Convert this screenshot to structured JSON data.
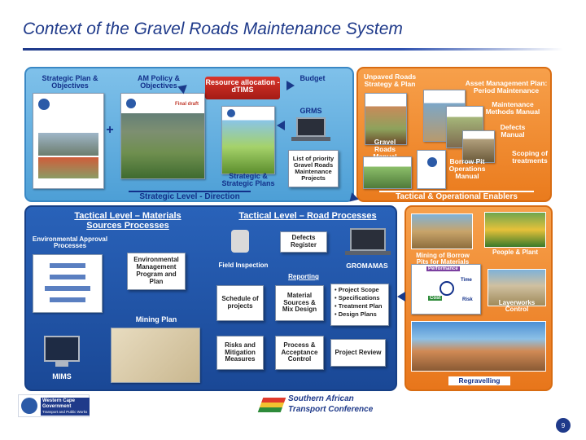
{
  "title": "Context of the Gravel Roads Maintenance System",
  "strategic": {
    "plan_objectives": "Strategic Plan & Objectives",
    "am_policy": "AM Policy & Objectives",
    "resource_allocation": "Resource allocation - dTIMS",
    "budget": "Budget",
    "grms": "GRMS",
    "list_priority": "List of priority Gravel Roads Maintenance Projects",
    "strategic_plans": "Strategic & Strategic Plans",
    "final_draft": "Final draft",
    "level_label": "Strategic Level - Direction",
    "plus": "+"
  },
  "tactical_top": {
    "unpaved": "Unpaved Roads Strategy & Plan",
    "asset_plan": "Asset Management Plan: Period Maintenance",
    "methods_manual": "Maintenance Methods Manual",
    "defects_manual": "Defects Manual",
    "gravel_manual": "Gravel Roads Manual",
    "borrow_pit": "Borrow Pit Operations Manual",
    "scoping": "Scoping of treatments",
    "level_label": "Tactical & Operational Enablers"
  },
  "materials": {
    "level_label": "Tactical Level – Materials Sources Processes",
    "env_approval": "Environmental Approval Processes",
    "env_mgmt": "Environmental Management Program and Plan",
    "mining_plan": "Mining Plan",
    "mims": "MIMS"
  },
  "road_processes": {
    "level_label": "Tactical Level – Road Processes",
    "defects_register": "Defects Register",
    "field_inspection": "Field Inspection",
    "gromamas": "GROMAMAS",
    "reporting": "Reporting",
    "schedule": "Schedule of projects",
    "material_sources": "Material Sources & Mix Design",
    "bullets": [
      "• Project Scope",
      "• Specifications",
      "• Treatment Plan",
      "• Design Plans"
    ],
    "risks": "Risks and Mitigation Measures",
    "process_acceptance": "Process & Acceptance Control",
    "project_review": "Project Review"
  },
  "tactical_bottom": {
    "mining_borrow": "Mining of Borrow Pits for Materials",
    "people_plant": "People & Plant",
    "layerworks": "Layerworks Control",
    "regravelling": "Regravelling",
    "performance": "Performance",
    "time": "Time",
    "cost": "Cost",
    "risk": "Risk"
  },
  "footer": {
    "wcg_line1": "Western Cape",
    "wcg_line2": "Government",
    "wcg_line3": "Transport and Public Works",
    "satc_line1": "Southern African",
    "satc_line2": "Transport Conference",
    "page_number": "9"
  },
  "colors": {
    "title_blue": "#1f3a8a",
    "strategic_panel": "#5ba9dd",
    "orange_panel": "#ee8426",
    "materials_panel": "#2358aa"
  }
}
